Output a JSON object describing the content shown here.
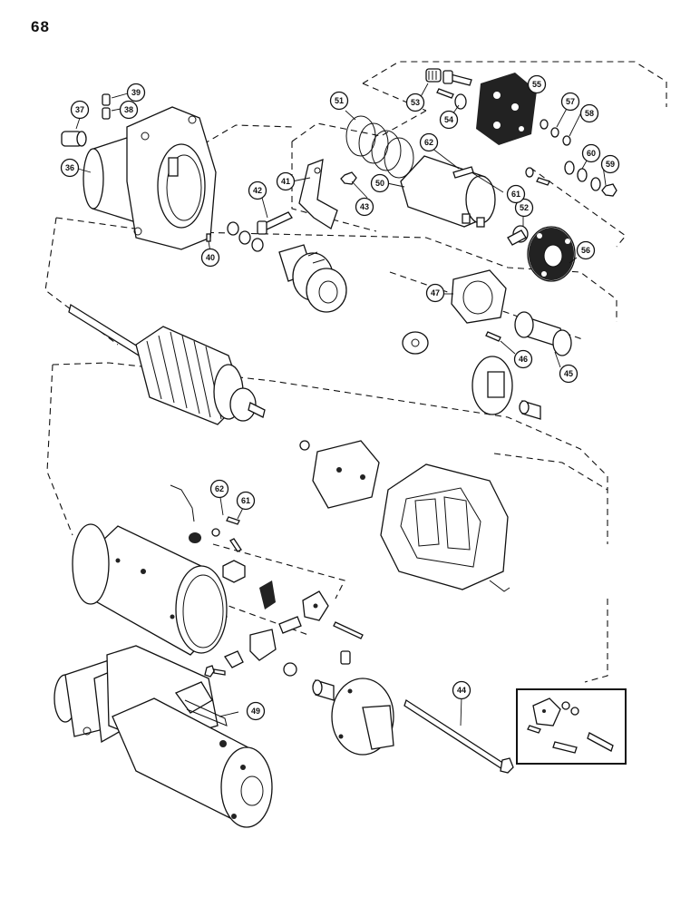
{
  "page_number": "68",
  "callouts": [
    {
      "label": "36"
    },
    {
      "label": "37"
    },
    {
      "label": "38"
    },
    {
      "label": "39"
    },
    {
      "label": "40"
    },
    {
      "label": "41"
    },
    {
      "label": "42"
    },
    {
      "label": "43"
    },
    {
      "label": "44"
    },
    {
      "label": "45"
    },
    {
      "label": "46"
    },
    {
      "label": "47"
    },
    {
      "label": "49"
    },
    {
      "label": "50"
    },
    {
      "label": "51"
    },
    {
      "label": "52"
    },
    {
      "label": "53"
    },
    {
      "label": "54"
    },
    {
      "label": "55"
    },
    {
      "label": "56"
    },
    {
      "label": "57"
    },
    {
      "label": "58"
    },
    {
      "label": "59"
    },
    {
      "label": "60"
    },
    {
      "label": "61"
    },
    {
      "label": "62"
    },
    {
      "label": "62"
    },
    {
      "label": "61"
    }
  ]
}
